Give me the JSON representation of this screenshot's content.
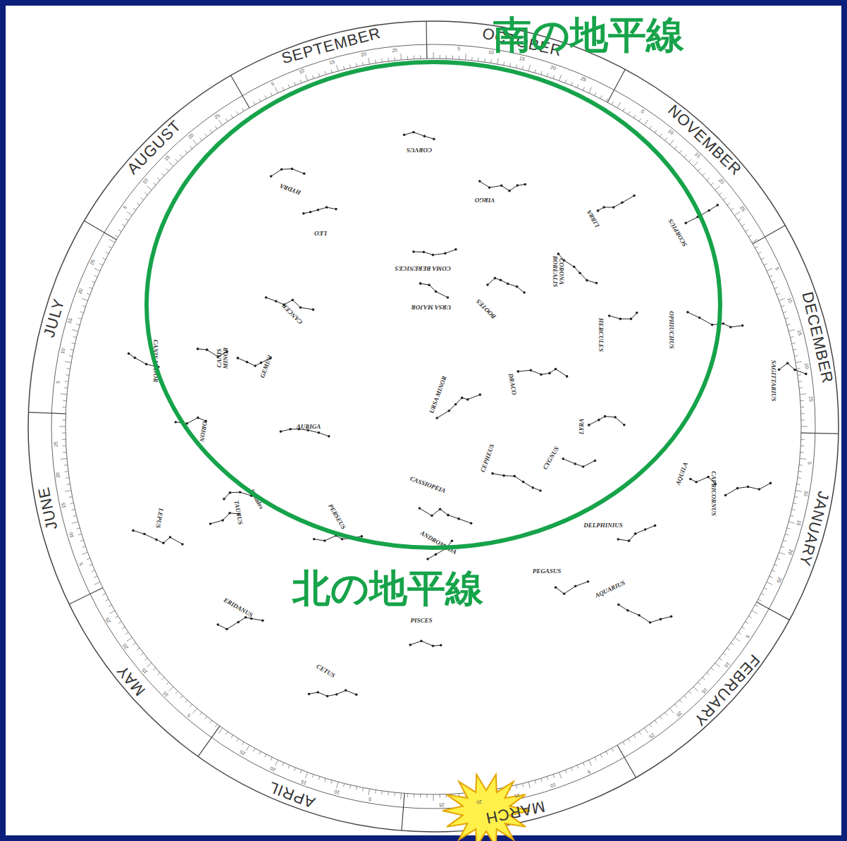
{
  "diagram": {
    "nodes": [
      {
        "text": [
          "南の地平線",
          "北の地平線"
        ]
      }
    ],
    "labels": [
      "SEPTEMBER",
      "OCTOBER",
      "NOVEMBER",
      "DECEMBER",
      "JANUARY",
      "FEBRUARY",
      "MARCH",
      "APRIL",
      "MAY",
      "JUNE",
      "JULY",
      "AUGUST",
      "CORVUS",
      "HYDRA",
      "VIRGO",
      "LIBRA",
      "LEO",
      "COMA BERENICES",
      "SCORPIUS",
      "URSA MAJOR",
      "BOOTES",
      "CORONA BOREALIS",
      "HERCULES",
      "OPHIUCHUS",
      "CANCER",
      "CANIS MINOR",
      "GEMINI",
      "CANIS MAJOR",
      "URSA MINOR",
      "DRACO",
      "LYRA",
      "SAGITTARIUS",
      "AURIGA",
      "CASSIOPEIA",
      "CEPHEUS",
      "CYGNUS",
      "AQUILA",
      "ORION",
      "DELPHINIUS",
      "CAPRICORNUS",
      "LEPUS",
      "TAURUS",
      "Pleiades",
      "PERSEUS",
      "ANDROMEDA",
      "PEGASUS",
      "PISCES",
      "AQUARIUS",
      "ERIDANUS",
      "CETUS",
      "5",
      "10",
      "15",
      "20",
      "25",
      "5",
      "10",
      "15",
      "20",
      "25",
      "5",
      "10",
      "15",
      "20",
      "25",
      "5",
      "10",
      "15",
      "20",
      "25",
      "5",
      "10",
      "15",
      "20",
      "25",
      "5",
      "10",
      "15",
      "20",
      "25",
      "5",
      "10",
      "15",
      "20",
      "25",
      "5",
      "10",
      "15",
      "20",
      "25",
      "5",
      "10",
      "15",
      "20",
      "25",
      "5",
      "10",
      "15",
      "20",
      "25",
      "5",
      "10",
      "15",
      "20",
      "25",
      "5",
      "10",
      "15",
      "20",
      "25"
    ]
  }
}
